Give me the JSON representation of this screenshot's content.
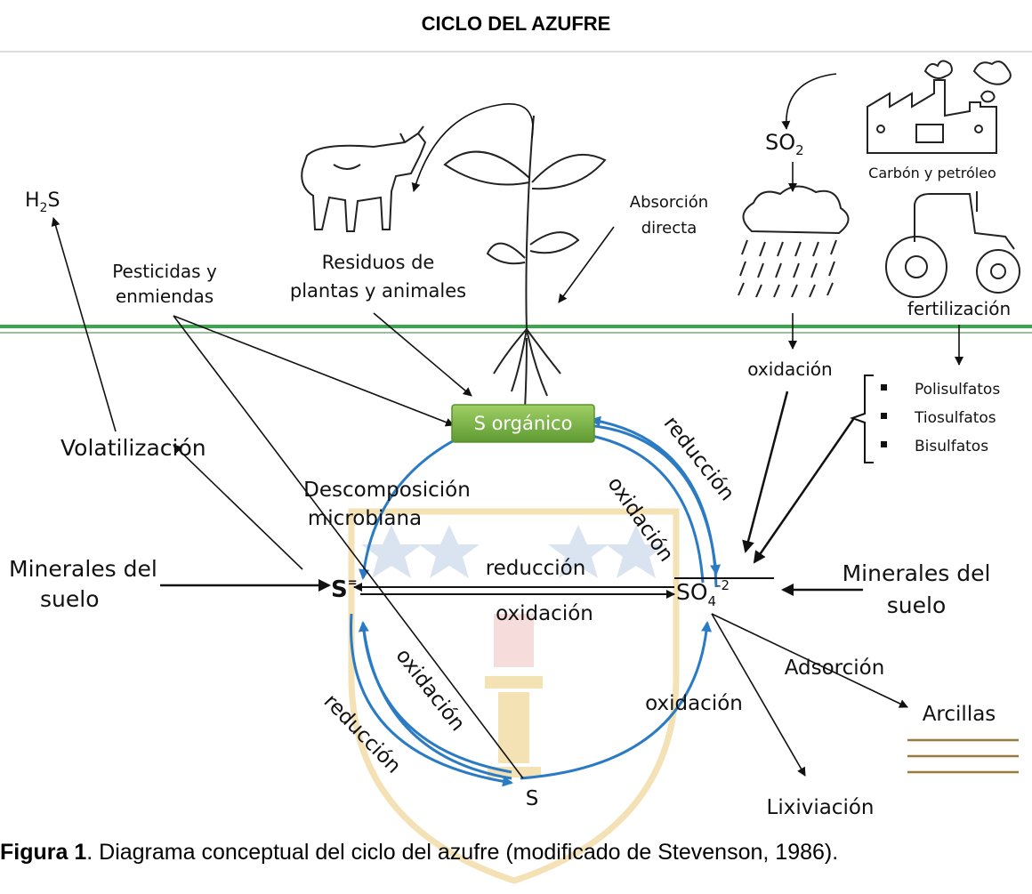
{
  "title": "CICLO DEL AZUFRE",
  "caption": {
    "bold": "Figura 1",
    "text": ". Diagrama conceptual del ciclo del azufre (modificado de Stevenson, 1986)."
  },
  "labels": {
    "h2s_main": "H",
    "h2s_sub": "2",
    "h2s_end": "S",
    "so2_main": "SO",
    "so2_sub": "2",
    "carbon": "Carbón y petróleo",
    "absorcion_1": "Absorción",
    "absorcion_2": "directa",
    "residuos_1": "Residuos de",
    "residuos_2": "plantas y animales",
    "pesticidas_1": "Pesticidas y",
    "pesticidas_2": "enmiendas",
    "fertilizacion": "fertilización",
    "oxidacion_top": "oxidación",
    "s_organico": "S orgánico",
    "volatilizacion": "Volatilización",
    "descomp_1": "Descomposición",
    "descomp_2": "microbiana",
    "minerales_left_1": "Minerales del",
    "minerales_left_2": "suelo",
    "minerales_right_1": "Minerales del",
    "minerales_right_2": "suelo",
    "s_sulfide": "S",
    "s_sulfide_sup": "=",
    "so4_main": "SO",
    "so4_sub": "4",
    "so4_sup": "-2",
    "reduccion_mid": "reducción",
    "oxidacion_mid": "oxidación",
    "reduccion_arc_tr": "reducción",
    "oxidacion_arc_tr": "oxidación",
    "oxidacion_arc_bl": "oxidación",
    "reduccion_arc_bl": "reducción",
    "oxidacion_arc_br": "oxidación",
    "s_elemental": "S",
    "adsorcion": "Adsorción",
    "arcillas": "Arcillas",
    "lixiviacion": "Lixiviación"
  },
  "bullets": [
    "Polisulfatos",
    "Tiosulfatos",
    "Bisulfatos"
  ],
  "colors": {
    "cycle_blue": "#2b7bc4",
    "ground_green": "#3aa84a",
    "box_green": "#7fb64a",
    "clay_brown": "#9a7b3c",
    "watermark_blue": "#d6e0ef",
    "watermark_gold": "#f3dfae"
  }
}
